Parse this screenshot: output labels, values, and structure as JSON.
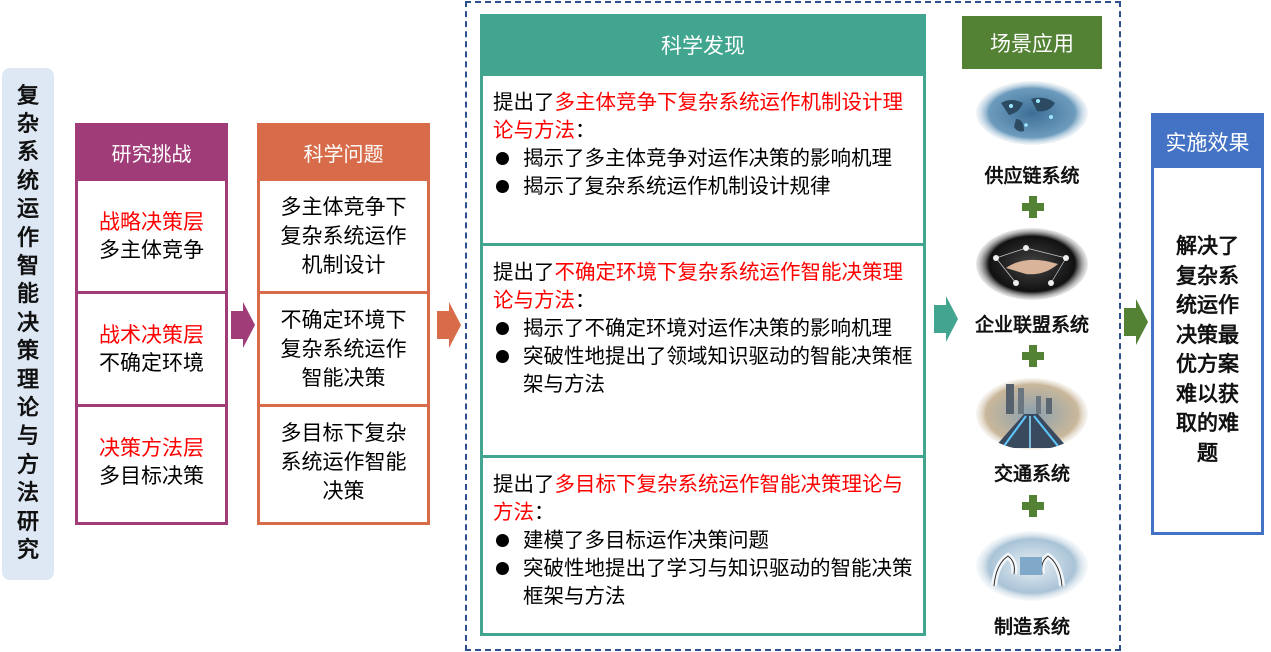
{
  "side_title": {
    "label": "复杂系统运作智能决策理论与方法研究",
    "chars": [
      "复",
      "杂",
      "系",
      "统",
      "运",
      "作",
      "智",
      "能",
      "决",
      "策",
      "理",
      "论",
      "与",
      "方",
      "法",
      "研",
      "究"
    ]
  },
  "challenge": {
    "header": "研究挑战",
    "items": [
      {
        "level": "战略决策层",
        "desc": "多主体竞争"
      },
      {
        "level": "战术决策层",
        "desc": "不确定环境"
      },
      {
        "level": "决策方法层",
        "desc": "多目标决策"
      }
    ]
  },
  "question": {
    "header": "科学问题",
    "items": [
      {
        "lines": [
          "多主体竞争下",
          "复杂系统运作",
          "机制设计"
        ]
      },
      {
        "lines": [
          "不确定环境下",
          "复杂系统运作",
          "智能决策"
        ]
      },
      {
        "lines": [
          "多目标下复杂",
          "系统运作智能",
          "决策"
        ]
      }
    ]
  },
  "discovery": {
    "header": "科学发现",
    "findings": [
      {
        "lead": "提出了",
        "highlight": "多主体竞争下复杂系统运作机制设计理论与方法",
        "suffix": "：",
        "bullets": [
          "揭示了多主体竞争对运作决策的影响机理",
          "揭示了复杂系统运作机制设计规律"
        ]
      },
      {
        "lead": "提出了",
        "highlight": "不确定环境下复杂系统运作智能决策理论与方法",
        "suffix": "：",
        "bullets": [
          "揭示了不确定环境对运作决策的影响机理",
          "突破性地提出了领域知识驱动的智能决策框架与方法"
        ]
      },
      {
        "lead": "提出了",
        "highlight": "多目标下复杂系统运作智能决策理论与方法",
        "suffix": "：",
        "bullets": [
          "建模了多目标运作决策问题",
          "突破性地提出了学习与知识驱动的智能决策框架与方法"
        ]
      }
    ]
  },
  "scenario": {
    "header": "场景应用",
    "items": [
      {
        "label": "供应链系统",
        "image": "supply-chain-world-map-image"
      },
      {
        "label": "企业联盟系统",
        "image": "handshake-network-image"
      },
      {
        "label": "交通系统",
        "image": "city-highway-image"
      },
      {
        "label": "制造系统",
        "image": "robot-arms-factory-image"
      }
    ]
  },
  "effect": {
    "header": "实施效果",
    "text": "解决了复杂系统运作决策最优方案难以获取的难题"
  },
  "colors": {
    "challenge": "#a03c78",
    "question": "#d86c4a",
    "discovery": "#42a58f",
    "scenario": "#548235",
    "effect": "#4472c4",
    "highlight": "#ff0000",
    "dashed_border": "#2e4f8e",
    "side_bg": "#dde8f4"
  }
}
